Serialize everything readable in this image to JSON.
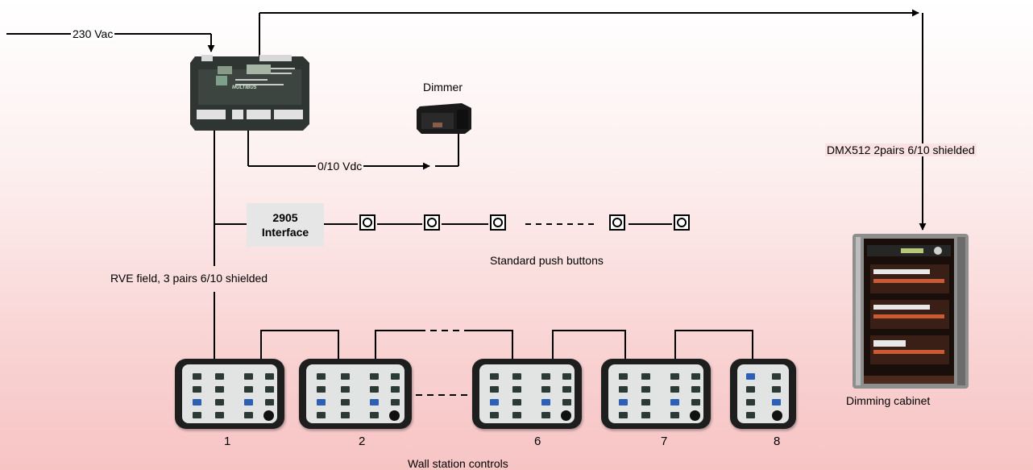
{
  "power_label": "230 Vac",
  "dimmer": {
    "title": "Dimmer",
    "signal_label": "0/10 Vdc"
  },
  "interface": {
    "line1": "2905",
    "line2": "Interface"
  },
  "push_buttons_label": "Standard push buttons",
  "dmx_label": "DMX512 2pairs 6/10 shielded",
  "rve_label": "RVE field, 3 pairs 6/10 shielded",
  "cabinet_label": "Dimming cabinet",
  "controller": {
    "brand": "MULTIBUS"
  },
  "wall_stations": {
    "label": "Wall station controls",
    "numbers": [
      "1",
      "2",
      "6",
      "7",
      "8"
    ]
  },
  "colors": {
    "background_top": "#ffffff",
    "background_bottom": "#f7c4c4",
    "line": "#000000"
  }
}
